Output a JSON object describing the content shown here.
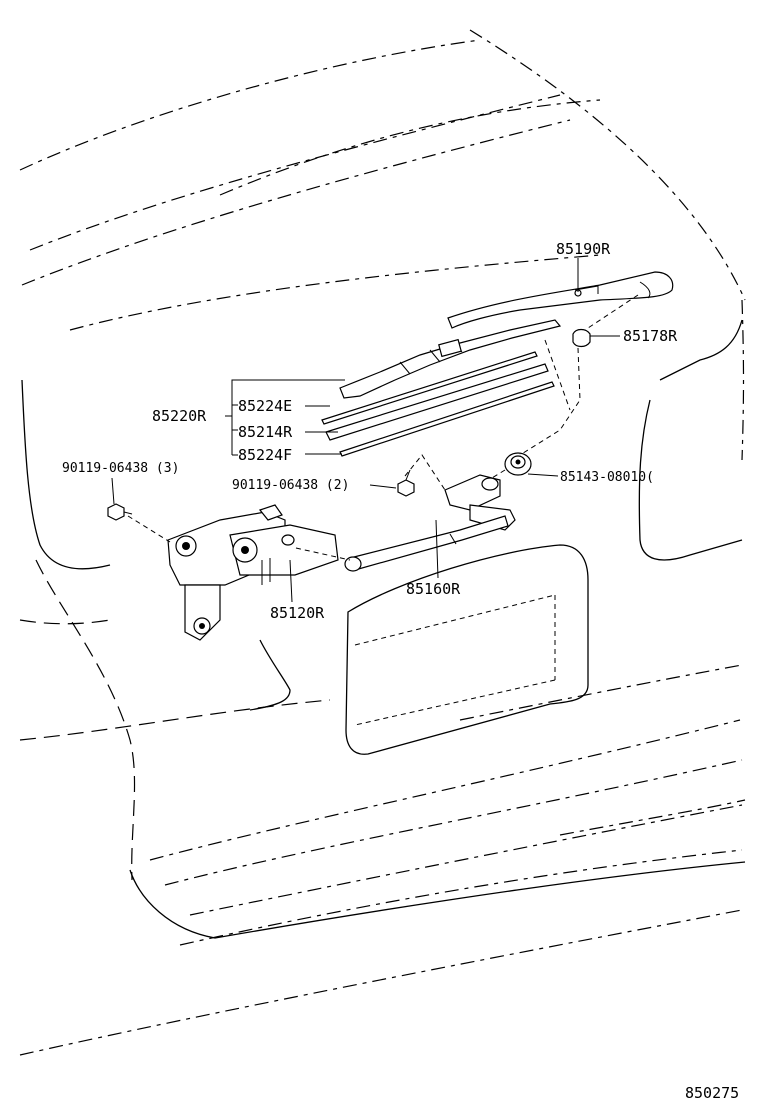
{
  "diagram": {
    "figure_number": "850275",
    "parts": [
      {
        "key": "arm",
        "number": "85190R"
      },
      {
        "key": "cap",
        "number": "85178R"
      },
      {
        "key": "blade_assy",
        "number": "85220R"
      },
      {
        "key": "blade_upper",
        "number": "85224E"
      },
      {
        "key": "rubber",
        "number": "85214R"
      },
      {
        "key": "blade_lower",
        "number": "85224F"
      },
      {
        "key": "bolt_3",
        "number": "90119-06438 (3)"
      },
      {
        "key": "bolt_2",
        "number": "90119-06438 (2)"
      },
      {
        "key": "grommet",
        "number": "85143-08010("
      },
      {
        "key": "link",
        "number": "85160R"
      },
      {
        "key": "motor",
        "number": "85120R"
      }
    ]
  }
}
